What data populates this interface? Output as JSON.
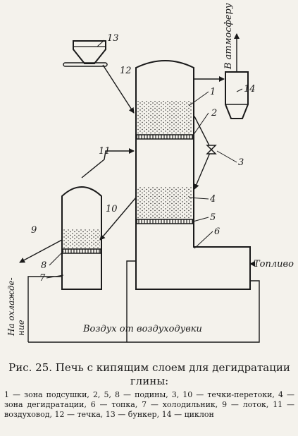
{
  "labels": {
    "n1": "1",
    "n2": "2",
    "n3": "3",
    "n4": "4",
    "n5": "5",
    "n6": "6",
    "n7": "7",
    "n8": "8",
    "n9": "9",
    "n10": "10",
    "n11": "11",
    "n12": "12",
    "n13": "13",
    "n14": "14",
    "atmosphere": "В атмосферу",
    "fuel": "Топливо",
    "cooling_line1": "На охлажде-",
    "cooling_line2": "ние",
    "air": "Воздух от воздуходувки"
  },
  "caption": {
    "title": "Рис. 25. Печь с кипящим слоем для дегидратации глины:",
    "legend": "1 — зона подсушки, 2, 5, 8 — подины, 3, 10 — течки-перетоки, 4 — зона дегидратации, 6 — топка, 7 — холодильник, 9 — лоток, 11 — воздуховод, 12 — течка, 13 — бункер, 14 — циклон"
  },
  "colors": {
    "ink": "#1a1a1a",
    "paper": "#f4f2ec"
  }
}
